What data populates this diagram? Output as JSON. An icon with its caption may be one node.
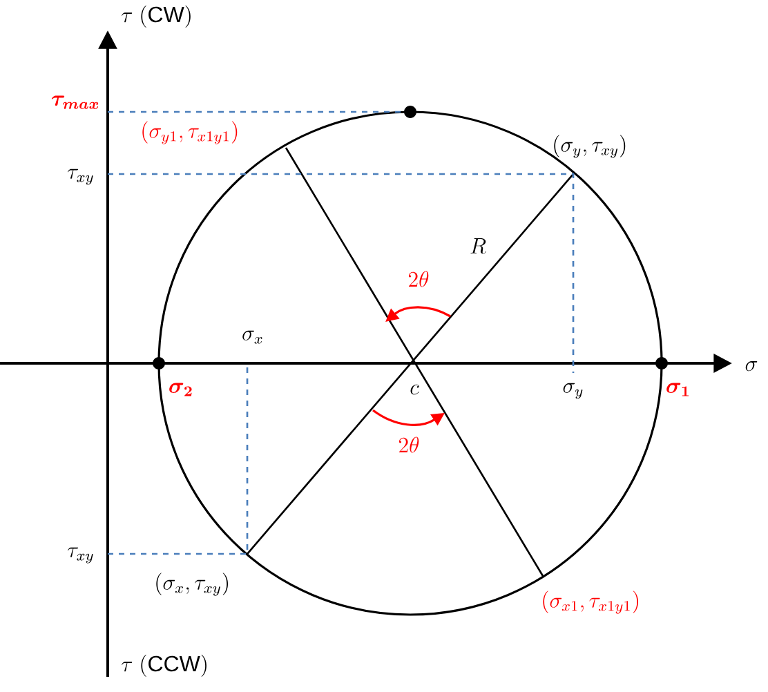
{
  "diagram": {
    "labels": [
      "\\tau\\ (\\mathrm{CW})",
      "\\boldsymbol{\\tau_{max}}",
      "(\\sigma_{y1},\\tau_{x1y1})",
      "(\\sigma_y,\\tau_{xy})",
      "\\tau_{xy}",
      "R",
      "2\\theta",
      "\\sigma_x",
      "\\sigma",
      "\\boldsymbol{\\sigma_2}",
      "c",
      "\\sigma_y",
      "\\boldsymbol{\\sigma_1}",
      "2\\theta",
      "\\tau_{xy}",
      "(\\sigma_x,\\tau_{xy})",
      "(\\sigma_{x1},\\tau_{x1y1})",
      "\\tau\\ (\\mathrm{CCW})"
    ]
  }
}
